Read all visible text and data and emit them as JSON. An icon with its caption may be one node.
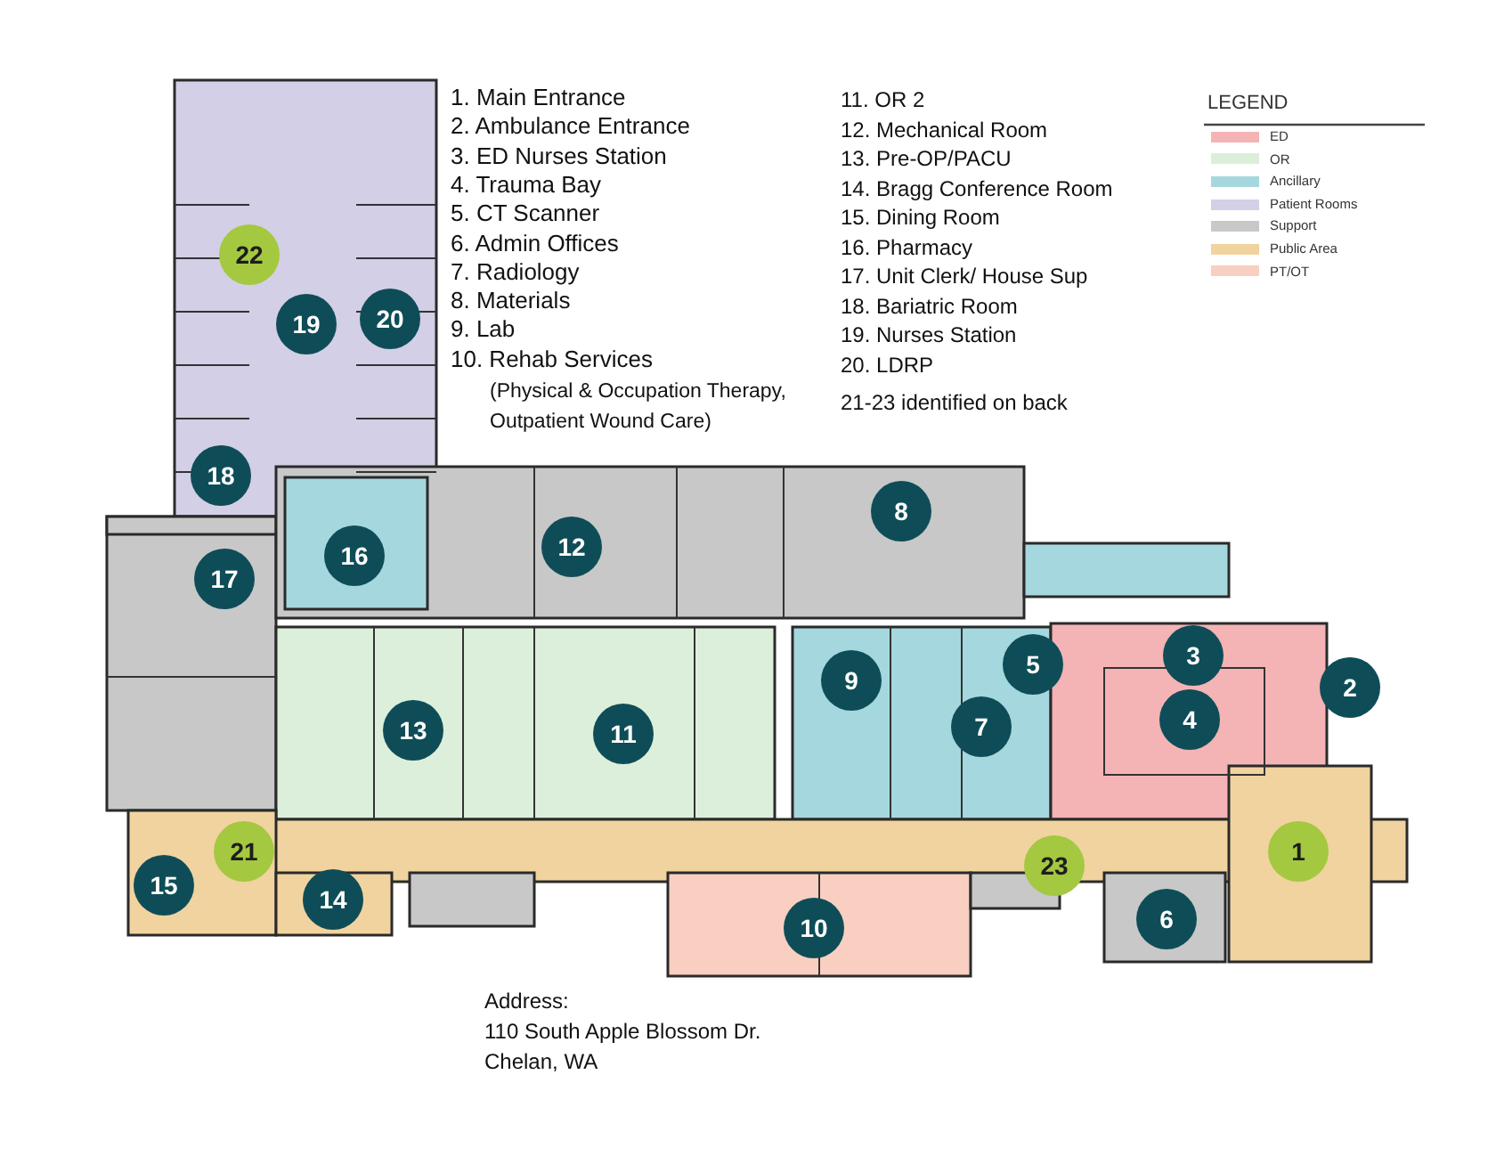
{
  "diagram": {
    "labels": [
      "1.  Main Entrance",
      "2.  Ambulance Entrance",
      "3.  ED Nurses Station",
      "4.  Trauma Bay",
      "5.  CT Scanner",
      "6.  Admin Offices",
      "7.  Radiology",
      "8.  Materials",
      "9.  Lab",
      "10.  Rehab Services",
      "(Physical & Occupation Therapy, Outpatient Wound Care)",
      "11.  OR 2",
      "12.  Mechanical Room",
      "13.  Pre-OP/PACU",
      "14.  Bragg Conference Room",
      "15.  Dining Room",
      "16.  Pharmacy",
      "17.  Unit Clerk/ House Sup",
      "18.  Bariatric Room",
      "19.  Nurses Station",
      "20.  LDRP",
      "21-23 identified on back",
      "LEGEND",
      "1",
      "2",
      "3",
      "4",
      "5",
      "6",
      "7",
      "8",
      "9",
      "10",
      "11",
      "12",
      "13",
      "14",
      "15",
      "16",
      "17",
      "18",
      "19",
      "20",
      "21",
      "22",
      "23",
      "Address:",
      "110 South Apple Blossom Dr.",
      "Chelan, WA"
    ],
    "legend": [
      {
        "text": "ED",
        "color": "#f4b3b5"
      },
      {
        "text": "OR",
        "color": "#dcefdb"
      },
      {
        "text": "Ancillary",
        "color": "#a5d8de"
      },
      {
        "text": "Patient Rooms",
        "color": "#d3cfe6"
      },
      {
        "text": "Support",
        "color": "#c8c8c8"
      },
      {
        "text": "Public Area",
        "color": "#f1d39f"
      },
      {
        "text": "PT/OT",
        "color": "#f8cfc1"
      }
    ]
  }
}
